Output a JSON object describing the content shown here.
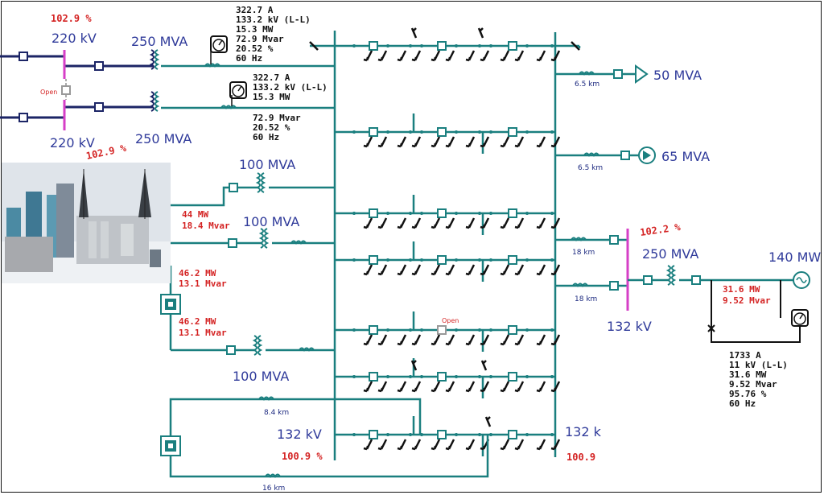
{
  "labels": {
    "kv220_top": "220 kV",
    "kv220_bottom": "220 kV",
    "mva250_top": "250 MVA",
    "mva250_bottom": "250 MVA",
    "mva100_a": "100 MVA",
    "mva100_b": "100 MVA",
    "mva100_c": "100 MVA",
    "mva50": "50 MVA",
    "mva65": "65 MVA",
    "mva250_right": "250 MVA",
    "kv132_right": "132 kV",
    "mva140": "140 MW",
    "kv132_bottom": "132 kV",
    "kv132_bottom_right": "132 k"
  },
  "percent": {
    "pct_top": "102.9 %",
    "pct_mid": "102.9 %",
    "pct_right": "102.2 %",
    "pct_bottom": "100.9 %",
    "pct_bottom_right": "100.9"
  },
  "meter_top": [
    "322.7 A",
    "133.2 kV (L-L)",
    "15.3 MW",
    "72.9 Mvar",
    "20.52 %",
    "60 Hz"
  ],
  "meter_mid_a": [
    "322.7 A",
    "133.2 kV (L-L)",
    "15.3 MW"
  ],
  "meter_mid_b": [
    "72.9 Mvar",
    "20.52 %",
    "60 Hz"
  ],
  "meter_gen": [
    "1733 A",
    "11 kV (L-L)",
    "31.6 MW",
    "9.52 Mvar",
    "95.76 %",
    "60 Hz"
  ],
  "flows": {
    "plant_out_mw": "44 MW",
    "plant_out_mvar": "18.4 Mvar",
    "f1_mw": "46.2 MW",
    "f1_mvar": "13.1 Mvar",
    "f2_mw": "46.2 MW",
    "f2_mvar": "13.1 Mvar",
    "gen_mw": "31.6 MW",
    "gen_mvar": "9.52 Mvar"
  },
  "distances": {
    "d1": "6.5 km",
    "d2": "6.5 km",
    "d3": "18 km",
    "d4": "18 km",
    "d5": "8.4 km",
    "d6": "16 km"
  },
  "open_labels": {
    "open_left": "Open",
    "open_mid": "Open"
  },
  "icons": [
    "power-plant-image",
    "meter-icon",
    "load-arrow-icon",
    "motor-load-icon",
    "generator-icon",
    "breaker-icon",
    "transformer-icon"
  ],
  "colors": {
    "line": "#1a7f7f",
    "dark_line": "#1c2566",
    "bus_magenta": "#d63fc7",
    "label_blue": "#2f3a9a",
    "value_red": "#d42323"
  }
}
